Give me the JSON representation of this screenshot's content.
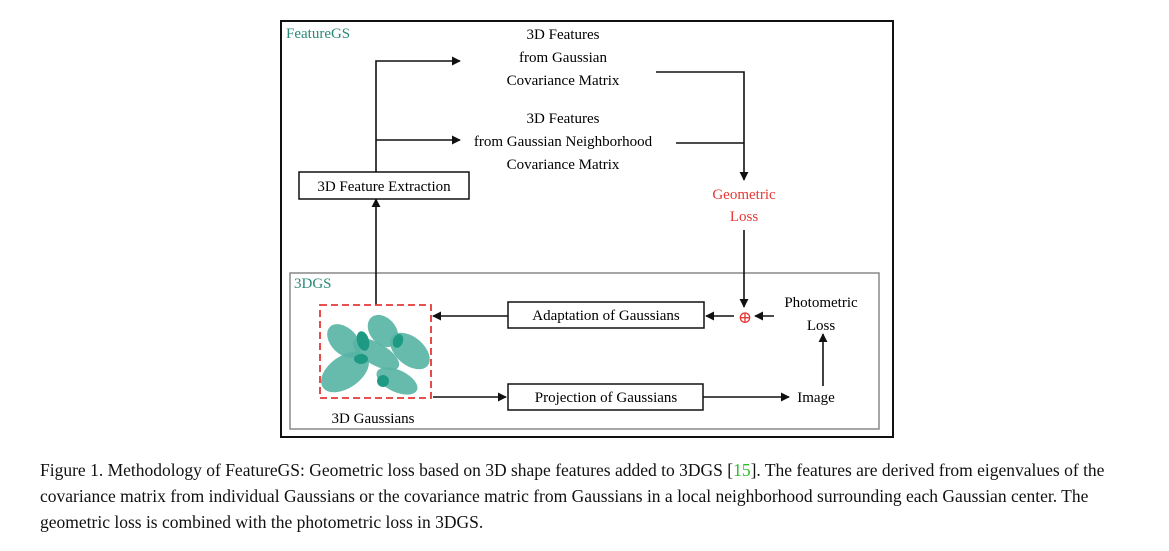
{
  "colors": {
    "teal": "#2a8a7a",
    "gaussian_fill": "#56b4a3",
    "gaussian_dark": "#1e9a84",
    "red": "#e53935",
    "outer_border": "#111111",
    "inner_border": "#888888"
  },
  "diagram": {
    "outer_label": "FeatureGS",
    "inner_label": "3DGS",
    "cov_label": [
      "3D Features",
      "from Gaussian",
      "Covariance Matrix"
    ],
    "neigh_label": [
      "3D Features",
      "from Gaussian Neighborhood",
      "Covariance Matrix"
    ],
    "extraction_box": "3D Feature Extraction",
    "geo_loss": [
      "Geometric",
      "Loss"
    ],
    "combine_symbol": "⊕",
    "photometric_loss": [
      "Photometric",
      "Loss"
    ],
    "adaptation_box": "Adaptation of Gaussians",
    "projection_box": "Projection of Gaussians",
    "image_label": "Image",
    "gaussians_label": "3D Gaussians"
  },
  "caption": {
    "part1": "Figure 1. Methodology of FeatureGS: Geometric loss based on 3D shape features added to 3DGS [",
    "cite": "15",
    "part2": "]. The features are derived from eigenvalues of the covariance matrix from individual Gaussians or the covariance matric from Gaussians in a local neighborhood surrounding each Gaussian center. The geometric loss is combined with the photometric loss in 3DGS."
  }
}
